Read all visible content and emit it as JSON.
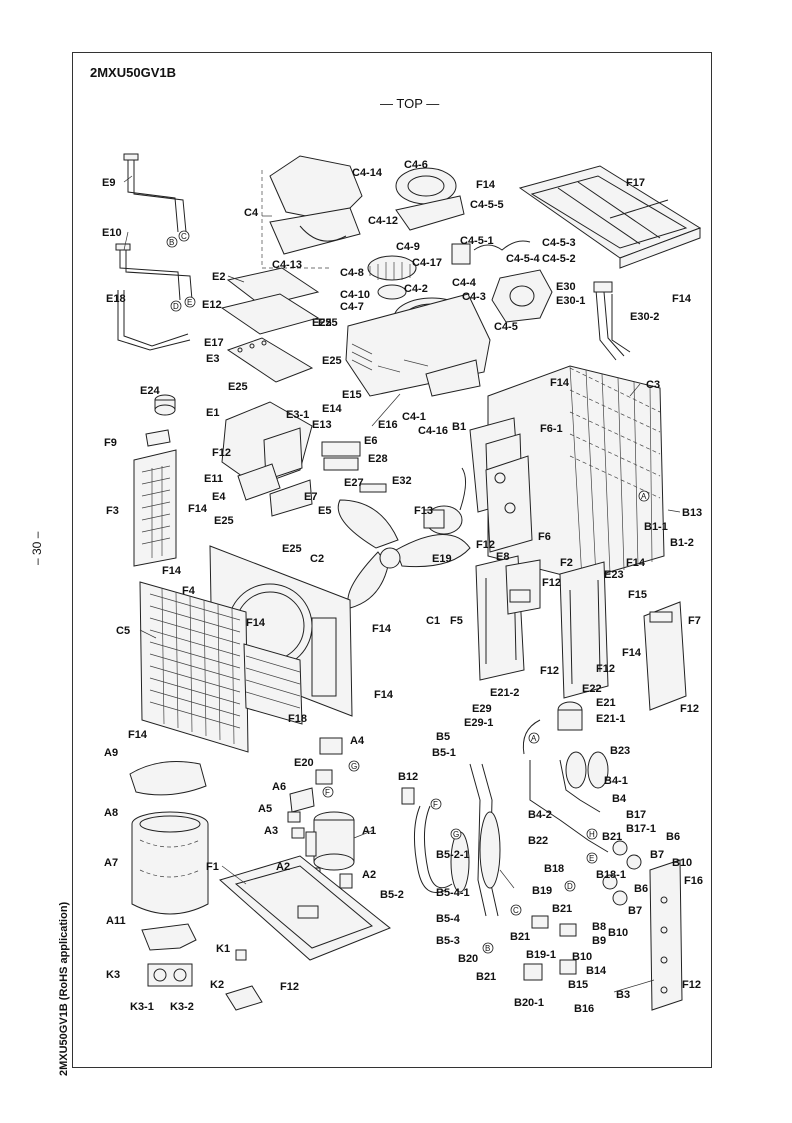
{
  "page": {
    "model_title": "2MXU50GV1B",
    "view_label": "— TOP —",
    "page_number": "– 30 –",
    "side_note": "2MXU50GV1B (RoHS application)"
  },
  "callouts": {
    "E9": "E9",
    "E10": "E10",
    "E18": "E18",
    "E2": "E2",
    "E12": "E12",
    "E17": "E17",
    "E3": "E3",
    "E25": "E25",
    "E24": "E24",
    "E1": "E1",
    "F9": "F9",
    "F12": "F12",
    "E11": "E11",
    "E4": "E4",
    "F3": "F3",
    "F14": "F14",
    "C4": "C4",
    "C4_14": "C4-14",
    "C4_6": "C4-6",
    "C4_12": "C4-12",
    "C4_9": "C4-9",
    "C4_13": "C4-13",
    "C4_8": "C4-8",
    "C4_10": "C4-10",
    "C4_7": "C4-7",
    "C4_2": "C4-2",
    "C4_17": "C4-17",
    "C4_5_5": "C4-5-5",
    "C4_5_1": "C4-5-1",
    "C4_5_3": "C4-5-3",
    "C4_5_2": "C4-5-2",
    "C4_5_4": "C4-5-4",
    "C4_4": "C4-4",
    "C4_3": "C4-3",
    "C4_5": "C4-5",
    "C4_1": "C4-1",
    "C4_16": "C4-16",
    "E30": "E30",
    "E30_1": "E30-1",
    "E30_2": "E30-2",
    "F17": "F17",
    "C3": "C3",
    "E3_1": "E3-1",
    "E14": "E14",
    "E13": "E13",
    "E15": "E15",
    "E16": "E16",
    "E6": "E6",
    "E28": "E28",
    "E27": "E27",
    "E32": "E32",
    "E7": "E7",
    "E5": "E5",
    "B1": "B1",
    "F6_1": "F6-1",
    "F6": "F6",
    "F13": "F13",
    "E19": "E19",
    "B13": "B13",
    "B1_1": "B1-1",
    "B1_2": "B1-2",
    "C2": "C2",
    "C1": "C1",
    "F4": "F4",
    "C5": "C5",
    "F18": "F18",
    "E8": "E8",
    "F2": "F2",
    "E23": "E23",
    "F15": "F15",
    "F7": "F7",
    "F5": "F5",
    "E22": "E22",
    "E21_2": "E21-2",
    "E29": "E29",
    "E29_1": "E29-1",
    "E21": "E21",
    "E21_1": "E21-1",
    "A9": "A9",
    "A4": "A4",
    "E20": "E20",
    "A6": "A6",
    "A5": "A5",
    "A3": "A3",
    "A1": "A1",
    "A2": "A2",
    "A8": "A8",
    "A7": "A7",
    "F1": "F1",
    "A11": "A11",
    "K1": "K1",
    "K3": "K3",
    "K3_1": "K3-1",
    "K3_2": "K3-2",
    "K2": "K2",
    "B5": "B5",
    "B5_1": "B5-1",
    "B12": "B12",
    "B23": "B23",
    "B4_1": "B4-1",
    "B4": "B4",
    "B4_2": "B4-2",
    "B17": "B17",
    "B17_1": "B17-1",
    "B22": "B22",
    "B21": "B21",
    "B6": "B6",
    "B7": "B7",
    "B10": "B10",
    "B18": "B18",
    "B18_1": "B18-1",
    "F16": "F16",
    "B5_2_1": "B5-2-1",
    "B5_2": "B5-2",
    "B5_4_1": "B5-4-1",
    "B5_4": "B5-4",
    "B5_3": "B5-3",
    "B19": "B19",
    "B19_1": "B19-1",
    "B8": "B8",
    "B9": "B9",
    "B20": "B20",
    "B20_1": "B20-1",
    "B14": "B14",
    "B15": "B15",
    "B16": "B16",
    "B3": "B3",
    "A": "A",
    "B": "B",
    "C": "C",
    "D": "D",
    "E": "E",
    "F": "F",
    "G": "G",
    "H": "H"
  }
}
